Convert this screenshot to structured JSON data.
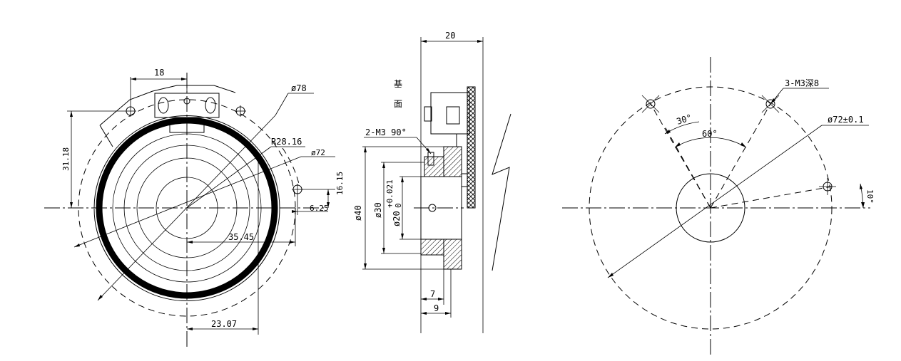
{
  "left_view": {
    "dim_18": "18",
    "dim_phi78": "ø78",
    "dim_R28": "R28.16",
    "dim_phi72": "ø72",
    "dim_31_18": "31.18",
    "dim_16_15": "16.15",
    "dim_6_25": "6.25",
    "dim_35_45": "35.45",
    "dim_23_07": "23.07"
  },
  "middle_view": {
    "dim_20": "20",
    "datum_char1": "基",
    "datum_char2": "面",
    "thread_note": "2-M3 90°",
    "dim_phi40": "ø40",
    "dim_phi30": "ø30",
    "dim_phi20": "ø20",
    "tol_upper": "+0.021",
    "tol_lower": "0",
    "dim_7": "7",
    "dim_9": "9"
  },
  "right_view": {
    "hole_note": "3-M3深8",
    "dim_phi72": "ø72±0.1",
    "angle_30": "30°",
    "angle_60": "60°",
    "angle_10": "10°"
  }
}
